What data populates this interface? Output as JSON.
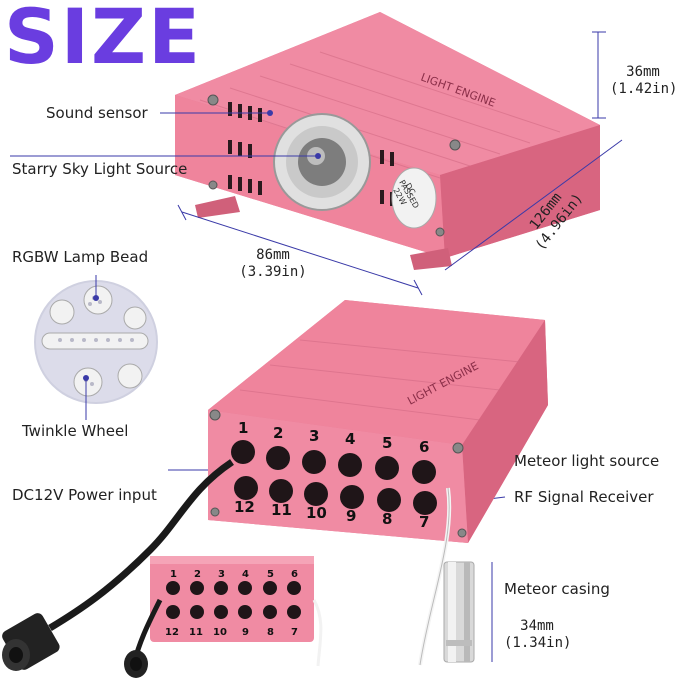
{
  "title": "SIZE",
  "colors": {
    "title": "#6a3de0",
    "device": "#ea7a95",
    "device_dark": "#c85a74",
    "guide": "#3a3aa8"
  },
  "labels": {
    "sound_sensor": "Sound sensor",
    "starry_sky": "Starry Sky Light Source",
    "rgbw": "RGBW Lamp Bead",
    "twinkle": "Twinkle Wheel",
    "dc_power": "DC12V Power input",
    "meteor_light": "Meteor light source",
    "rf_receiver": "RF Signal Receiver",
    "meteor_casing": "Meteor casing"
  },
  "dimensions": {
    "height_mm": "36mm",
    "height_in": "(1.42in)",
    "depth_mm": "126mm",
    "depth_in": "(4.96in)",
    "width_mm": "86mm",
    "width_in": "(3.39in)",
    "casing_mm": "34mm",
    "casing_in": "(1.34in)"
  },
  "device_text": {
    "brand": "LIGHT ENGINE",
    "badge_line1": "DC",
    "badge_line2": "PASSED",
    "badge_line3": "22W"
  },
  "port_numbers": [
    "1",
    "2",
    "3",
    "4",
    "5",
    "6",
    "12",
    "11",
    "10",
    "9",
    "8",
    "7"
  ]
}
